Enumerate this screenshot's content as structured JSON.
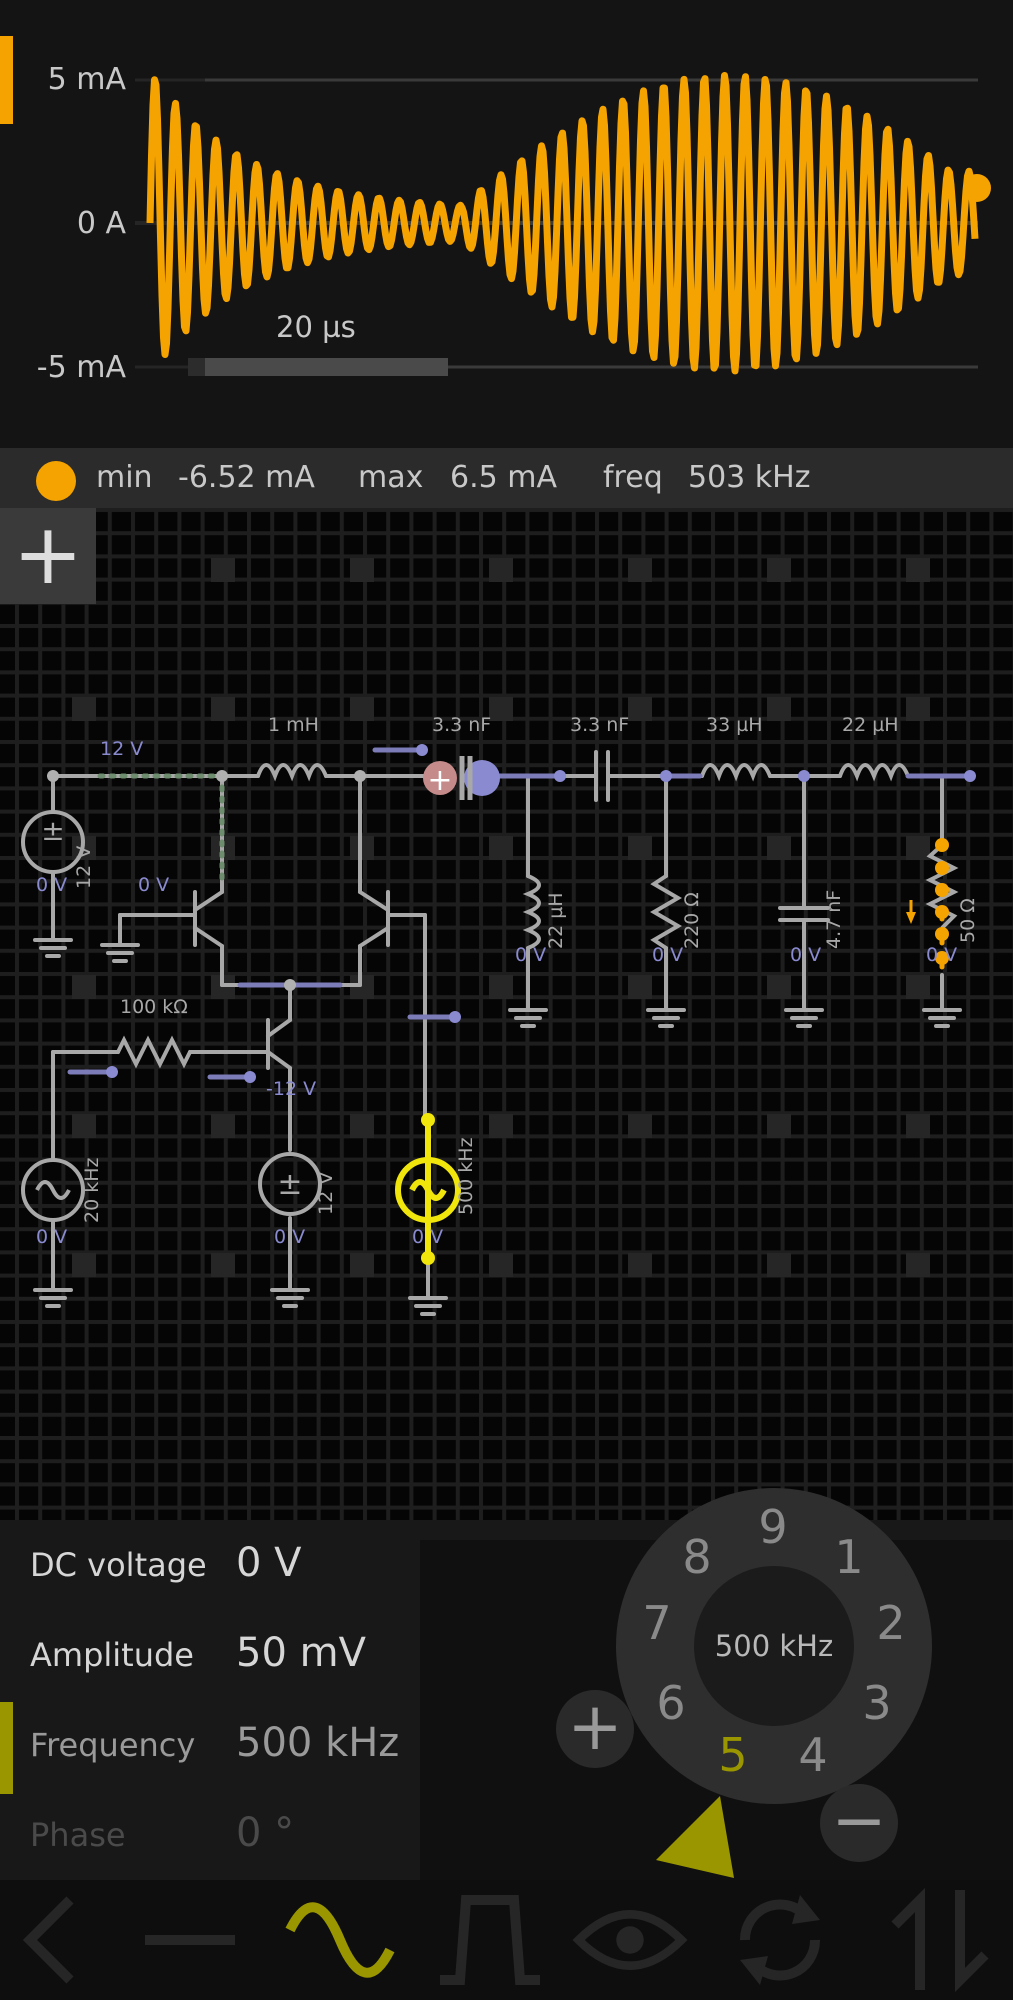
{
  "scope": {
    "y_axis_labels": [
      "5 mA",
      "0 A",
      "-5 mA"
    ],
    "time_scale_label": "20 µs",
    "trace_color": "#f5a300"
  },
  "status": {
    "min_label": "min",
    "min_value": "-6.52 mA",
    "max_label": "max",
    "max_value": "6.5 mA",
    "freq_label": "freq",
    "freq_value": "503 kHz"
  },
  "circuit": {
    "add_label": "+",
    "labels": {
      "supply_node": "12 V",
      "supply_rating": "12 V",
      "supply_ground_v": "0 V",
      "base_ground_v": "0 V",
      "inductor1": "1 mH",
      "cap1": "3.3 nF",
      "cap2": "3.3 nF",
      "inductor3": "33 µH",
      "inductor4": "22 µH",
      "inductor2": "22 µH",
      "inductor2_v": "0 V",
      "resistor220": "220 Ω",
      "resistor220_v": "0 V",
      "cap3": "4.7 nF",
      "cap3_v": "0 V",
      "load": "50 Ω",
      "load_v": "0 V",
      "resistor100k": "100 kΩ",
      "neg_supply_node": "-12 V",
      "neg_supply_rating": "12 V",
      "neg_supply_v": "0 V",
      "src20k": "20 kHz",
      "src20k_v": "0 V",
      "src500k": "500 kHz",
      "src500k_v": "0 V"
    }
  },
  "properties": [
    {
      "label": "DC voltage",
      "value": "0 V"
    },
    {
      "label": "Amplitude",
      "value": "50 mV"
    },
    {
      "label": "Frequency",
      "value": "500 kHz"
    },
    {
      "label": "Phase",
      "value": "0 °"
    }
  ],
  "dial": {
    "center_value": "500 kHz",
    "numbers": [
      "1",
      "2",
      "3",
      "4",
      "5",
      "6",
      "7",
      "8",
      "9"
    ],
    "selected": "5",
    "plus_label": "+",
    "minus_label": "−"
  },
  "toolbar": {
    "items": [
      "back-icon",
      "dc-source-icon",
      "ac-source-icon",
      "square-wave-icon",
      "eye-icon",
      "rotate-icon",
      "swap-icon"
    ],
    "active_color": "#9a9600"
  }
}
